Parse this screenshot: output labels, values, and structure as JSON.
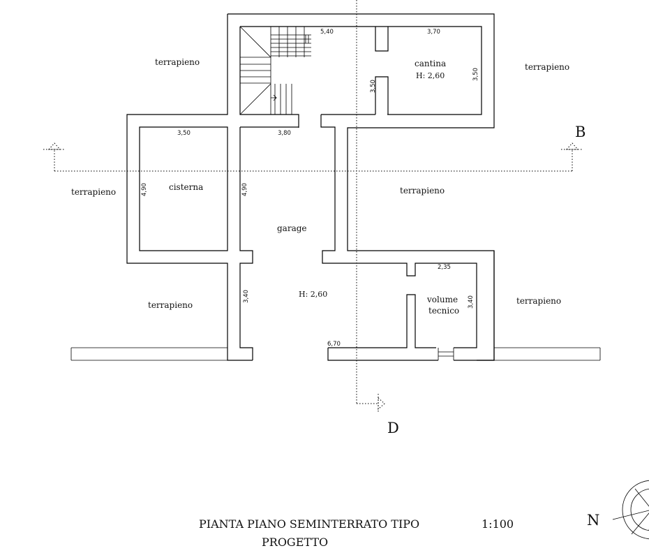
{
  "rooms": {
    "terrapieno_top_left": "terrapieno",
    "terrapieno_top_right": "terrapieno",
    "terrapieno_mid_left": "terrapieno",
    "terrapieno_mid_right": "terrapieno",
    "terrapieno_bottom_left": "terrapieno",
    "terrapieno_bottom_right": "terrapieno",
    "cantina": "cantina",
    "cantina_height": "H: 2,60",
    "cisterna": "cisterna",
    "garage": "garage",
    "garage_height": "H: 2,60",
    "volume_line1": "volume",
    "volume_line2": "tecnico"
  },
  "dimensions": {
    "stair_width": "5,40",
    "cantina_width": "3,70",
    "cantina_depth": "3,50",
    "cantina_left_depth": "3,50",
    "cisterna_width": "3,50",
    "corridor_width": "3,80",
    "cisterna_depth": "4,90",
    "garage_upper_depth": "4,90",
    "garage_lower_depth": "3,40",
    "garage_width": "6,70",
    "volume_width": "2,35",
    "volume_depth": "3,40"
  },
  "sections": {
    "section_b": "B",
    "section_d": "D"
  },
  "north_label": "N",
  "title": {
    "line1": "PIANTA  PIANO SEMINTERRATO TIPO",
    "scale": "1:100",
    "line2": "PROGETTO"
  }
}
